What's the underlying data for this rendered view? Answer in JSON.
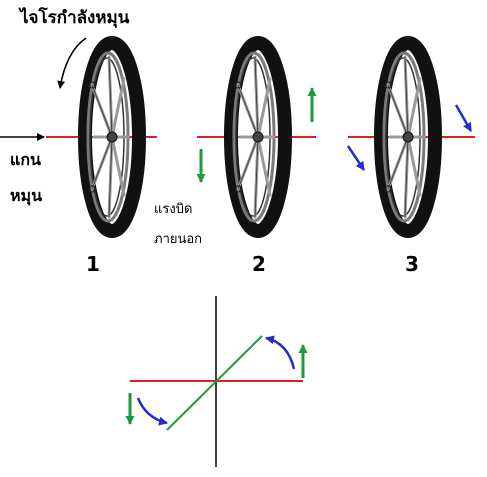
{
  "labels": {
    "title": "ไจโรกำลังหมุน",
    "axis_line1": "แกน",
    "axis_line2": "หมุน",
    "torque_line1": "แรงบิด",
    "torque_line2": "ภายนอก"
  },
  "steps": [
    "1",
    "2",
    "3"
  ],
  "colors": {
    "axis": "#e02020",
    "torque_arrow": "#1e9a3c",
    "precession_arrow": "#2030c8",
    "wheel": "#111111",
    "spoke": "#9a9a9a"
  }
}
